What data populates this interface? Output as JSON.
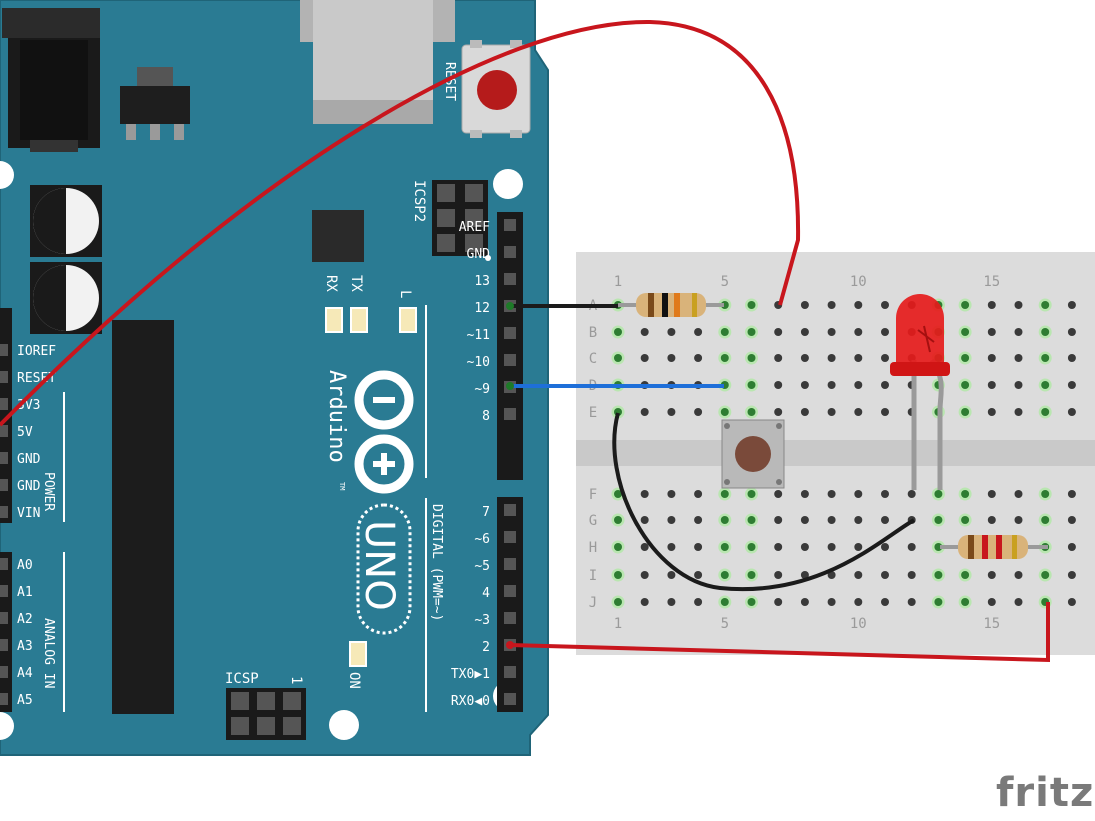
{
  "colors": {
    "board": "#2a7b93",
    "board_dark": "#1f6478",
    "silk": "#ffffff",
    "header": "#1a1a1a",
    "breadboard": "#dcdcdc",
    "hole": "#3a3a3a",
    "hole_active": "#4caf50",
    "wire_red": "#c8161d",
    "wire_black": "#1b1b1b",
    "wire_blue": "#1e6fd9",
    "led": "#e51b1b",
    "logo_gray": "#7a7a7a"
  },
  "board": {
    "brand": "Arduino",
    "model": "UNO",
    "tm": "TM",
    "reset": "RESET",
    "icsp2": "ICSP2",
    "icsp": "ICSP",
    "icsp_pin1": "1",
    "rx": "RX",
    "tx": "TX",
    "l": "L",
    "on": "ON",
    "digital": "DIGITAL (PWM=~)",
    "power": "POWER",
    "analog": "ANALOG IN",
    "digital_pins": [
      "AREF",
      "GND",
      "13",
      "12",
      "~11",
      "~10",
      "~9",
      "8",
      "7",
      "~6",
      "~5",
      "4",
      "~3",
      "2",
      "TX0▶1",
      "RX0◀0"
    ],
    "power_pins": [
      "IOREF",
      "RESET",
      "3V3",
      "5V",
      "GND",
      "GND",
      "VIN"
    ],
    "analog_pins": [
      "A0",
      "A1",
      "A2",
      "A3",
      "A4",
      "A5"
    ]
  },
  "breadboard": {
    "column_labels": [
      "1",
      "5",
      "10",
      "15"
    ],
    "row_labels_top": [
      "A",
      "B",
      "C",
      "D",
      "E"
    ],
    "row_labels_bottom": [
      "F",
      "G",
      "H",
      "I",
      "J"
    ]
  },
  "logo": "fritz"
}
